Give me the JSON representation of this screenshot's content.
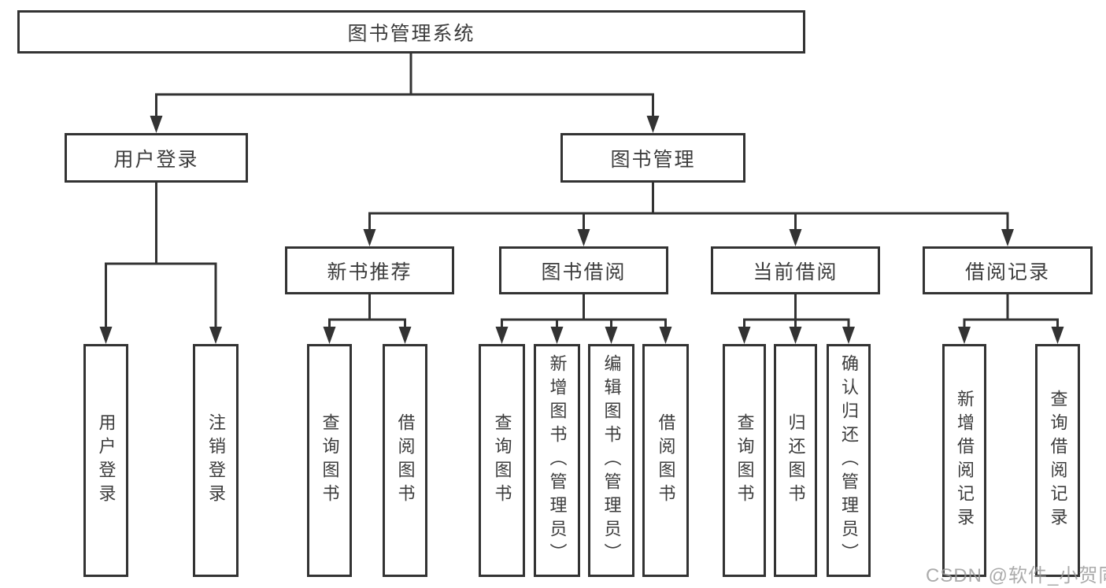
{
  "diagram": {
    "type": "hierarchy-tree",
    "title": "图书管理系统"
  },
  "colors": {
    "line": "#333333",
    "text": "#3c3c3c",
    "box_background": "#ffffff",
    "watermark": "#989898"
  },
  "nodes": {
    "root": {
      "label": "图书管理系统"
    },
    "user_login": {
      "label": "用户登录"
    },
    "book_management": {
      "label": "图书管理"
    },
    "new_book_recommend": {
      "label": "新书推荐"
    },
    "book_borrowing": {
      "label": "图书借阅"
    },
    "current_borrowing": {
      "label": "当前借阅"
    },
    "borrowing_records": {
      "label": "借阅记录"
    },
    "login_leaf": {
      "label": "用户登录"
    },
    "logout_leaf": {
      "label": "注销登录"
    },
    "recommend_query_book": {
      "label": "查询图书"
    },
    "recommend_borrow_book": {
      "label": "借阅图书"
    },
    "borrowing_query_book": {
      "label": "查询图书"
    },
    "borrowing_add_book": {
      "label": "新增图书（管理员）"
    },
    "borrowing_edit_book": {
      "label": "编辑图书（管理员）"
    },
    "borrowing_borrow_book": {
      "label": "借阅图书"
    },
    "current_query_book": {
      "label": "查询图书"
    },
    "current_return_book": {
      "label": "归还图书"
    },
    "current_confirm_return": {
      "label": "确认归还（管理员）"
    },
    "records_add_record": {
      "label": "新增借阅记录"
    },
    "records_query_record": {
      "label": "查询借阅记录"
    }
  },
  "hierarchy": {
    "图书管理系统": {
      "用户登录": [
        "用户登录",
        "注销登录"
      ],
      "图书管理": {
        "新书推荐": [
          "查询图书",
          "借阅图书"
        ],
        "图书借阅": [
          "查询图书",
          "新增图书（管理员）",
          "编辑图书（管理员）",
          "借阅图书"
        ],
        "当前借阅": [
          "查询图书",
          "归还图书",
          "确认归还（管理员）"
        ],
        "借阅记录": [
          "新增借阅记录",
          "查询借阅记录"
        ]
      }
    }
  },
  "watermark": {
    "text": "CSDN @软件_小贺同学"
  }
}
